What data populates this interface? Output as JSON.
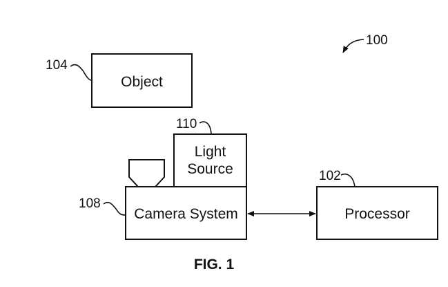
{
  "figure": {
    "caption": "FIG. 1",
    "system_ref": "100"
  },
  "blocks": {
    "object": {
      "label": "Object",
      "ref": "104"
    },
    "light_source": {
      "label_line1": "Light",
      "label_line2": "Source",
      "ref": "110"
    },
    "camera_system": {
      "label": "Camera System",
      "ref": "108"
    },
    "processor": {
      "label": "Processor",
      "ref": "102"
    }
  },
  "connections": [
    {
      "from": "camera_system",
      "to": "processor",
      "type": "bidirectional-arrow"
    }
  ]
}
